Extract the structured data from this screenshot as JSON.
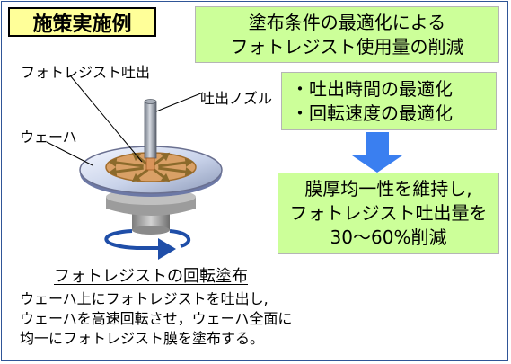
{
  "title": "施策実施例",
  "goal": {
    "line1": "塗布条件の最適化による",
    "line2": "フォトレジスト使用量の削減"
  },
  "methods": {
    "item1": "・吐出時間の最適化",
    "item2": "・回転速度の最適化"
  },
  "result": {
    "line1": "膜厚均一性を維持し,",
    "line2": "フォトレジスト吐出量を",
    "line3": "30～60%削減"
  },
  "diagram": {
    "label_resist": "フォトレジスト吐出",
    "label_nozzle": "吐出ノズル",
    "label_wafer": "ウェーハ",
    "caption": "フォトレジストの回転塗布"
  },
  "description": {
    "line1": "ウェーハ上にフォトレジストを吐出し,",
    "line2": "ウェーハを高速回転させ，ウェーハ全面に",
    "line3": "均一にフォトレジスト膜を塗布する。"
  },
  "colors": {
    "frame": "#2f5597",
    "title_bg": "#ffff99",
    "box_bg": "#ccff99",
    "arrow_blue": "#3a7ff0",
    "resist": "#d9a066",
    "spread_arrow": "#8b6a2b"
  },
  "icons": {
    "down_arrow": "block-arrow-down",
    "rotation": "rotation-arrow"
  }
}
